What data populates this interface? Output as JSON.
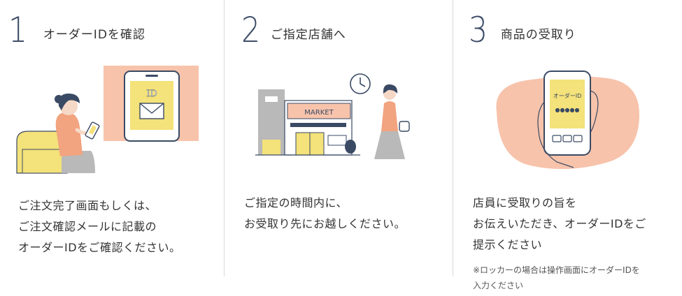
{
  "steps": [
    {
      "number": "1",
      "title": "オーダーIDを確認",
      "lines": [
        "ご注文完了画面もしくは、",
        "ご注文確認メールに記載の",
        "オーダーIDをご確認ください。"
      ],
      "illustration": {
        "id_label": "ID"
      }
    },
    {
      "number": "2",
      "title": "ご指定店舗へ",
      "lines": [
        "ご指定の時間内に、",
        "お受取り先にお越しください。"
      ],
      "illustration": {
        "store_sign": "MARKET"
      }
    },
    {
      "number": "3",
      "title": "商品の受取り",
      "lines": [
        "店員に受取りの旨を",
        "お伝えいただき、オーダーIDをご",
        "提示ください"
      ],
      "note_lines": [
        "※ロッカーの場合は操作画面にオーダーIDを",
        "入力ください"
      ],
      "illustration": {
        "phone_label": "オーダーID",
        "phone_code": "●●●●●"
      }
    }
  ],
  "colors": {
    "number": "#3e4d68",
    "pink": "#f7c3ab",
    "yellow": "#f4e27a",
    "navy": "#3a4a64",
    "gray": "#b9b9b9",
    "divider": "#d9d9d9"
  }
}
